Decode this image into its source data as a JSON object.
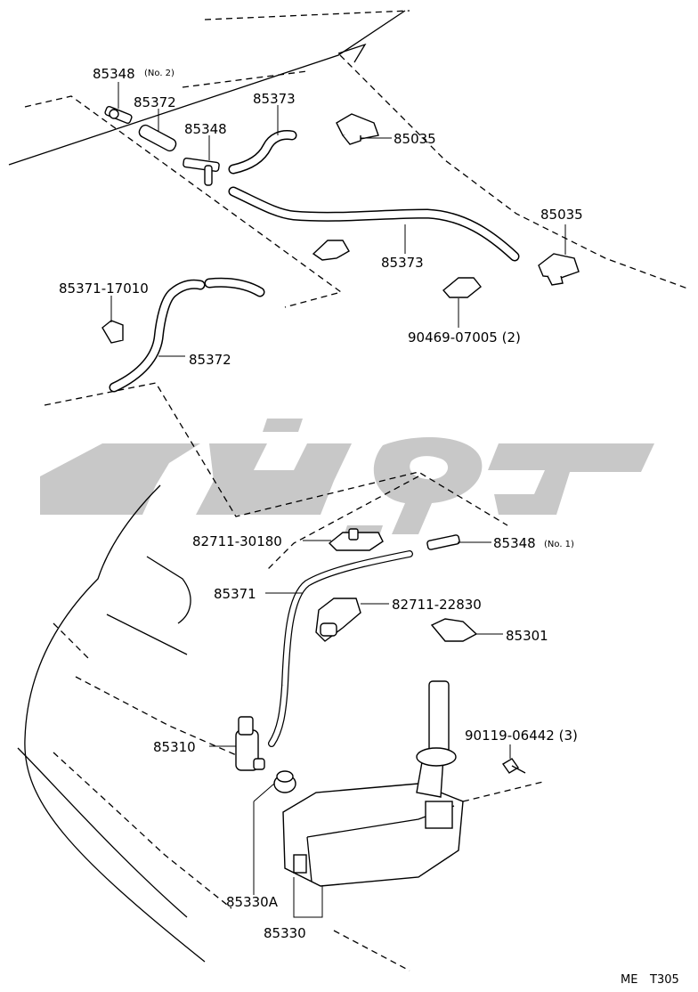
{
  "diagram": {
    "labels": {
      "p85348_no2": "85348",
      "p85348_no2_note": "(No. 2)",
      "p85372_top": "85372",
      "p85348_mid": "85348",
      "p85373_top": "85373",
      "p85035_a": "85035",
      "p85035_b": "85035",
      "p85373_mid": "85373",
      "p85371_17010": "85371-17010",
      "p85372_low": "85372",
      "p90469": "90469-07005 (2)",
      "p82711_30180": "82711-30180",
      "p85348_no1": "85348",
      "p85348_no1_note": "(No. 1)",
      "p85371": "85371",
      "p82711_22830": "82711-22830",
      "p85301": "85301",
      "p90119": "90119-06442 (3)",
      "p85310": "85310",
      "p85330A": "85330A",
      "p85330": "85330"
    },
    "code_left": "ME",
    "code_right": "T305"
  },
  "colors": {
    "line": "#000000",
    "background": "#ffffff",
    "watermark": "#c8c8c8"
  }
}
